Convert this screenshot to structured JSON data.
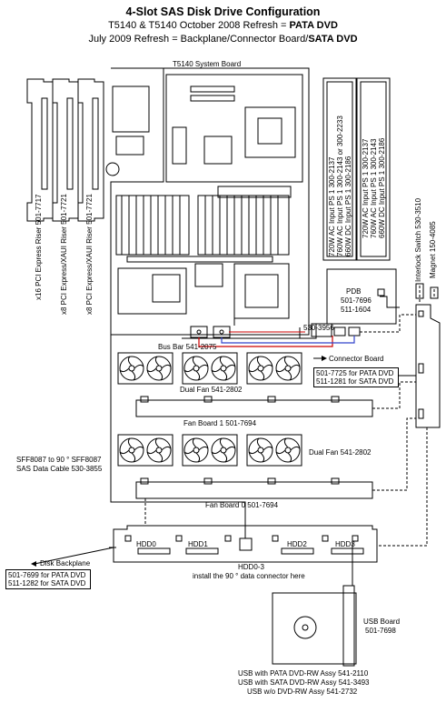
{
  "title": {
    "line1": "4-Slot SAS Disk Drive Configuration",
    "line2_prefix": "T5140 & T5140 October 2008 Refresh = ",
    "line2_bold": "PATA DVD",
    "line3_prefix": "July 2009 Refresh = Backplane/Connector Board/",
    "line3_bold": "SATA DVD"
  },
  "system_board": {
    "label": "T5140 System Board"
  },
  "risers": [
    {
      "label": "x16 PCI Express Riser 501-7717"
    },
    {
      "label": "x8 PCI Express/XAUI Riser 501-7721"
    },
    {
      "label": "x8 PCI Express/XAUI Riser 501-7721"
    }
  ],
  "power_supplies": {
    "ps0": [
      "720W AC Input PS 1 300-2137",
      "760W AC Input PS 1 300-2143 or 300-2233",
      "660W DC Input PS 1 300-2186"
    ],
    "ps1": [
      "720W AC Input PS 1 300-2137",
      "760W AC Input PS 1 300-2143",
      "660W DC Input PS 1 300-2186"
    ]
  },
  "interlock": {
    "label": "Interlock Switch 530-3510"
  },
  "magnet": {
    "label": "Magnet 150-4085"
  },
  "pdb": {
    "name": "PDB",
    "part1": "501-7696",
    "part2": "511-1604"
  },
  "cable_530_3956": {
    "label": "530-3956"
  },
  "bus_bar": {
    "label": "Bus Bar 541-2075"
  },
  "connector_board": {
    "label": "Connector Board",
    "line1": "501-7725 for PATA DVD",
    "line2": "511-1281 for SATA DVD"
  },
  "dual_fan_1": {
    "label": "Dual Fan 541-2802"
  },
  "dual_fan_2": {
    "label": "Dual Fan 541-2802"
  },
  "fan_board_1": {
    "label": "Fan Board 1 501-7694"
  },
  "fan_board_0": {
    "label": "Fan Board 0 501-7694"
  },
  "sas_cable": {
    "line1": "SFF8087 to 90 ° SFF8087",
    "line2": "SAS Data Cable 530-3855"
  },
  "disk_backplane": {
    "label": "Disk Backplane",
    "line1": "501-7699 for PATA DVD",
    "line2": "511-1282 for SATA DVD"
  },
  "hdd": [
    "HDD0",
    "HDD1",
    "HDD2",
    "HDD3"
  ],
  "hdd0_3": {
    "label": "HDD0-3",
    "note": "install the 90 ° data connector here"
  },
  "usb_board": {
    "line1": "USB Board",
    "line2": "501-7698"
  },
  "usb_assemblies": [
    "USB with PATA DVD-RW Assy 541-2110",
    "USB with SATA DVD-RW Assy 541-3493",
    "USB w/o DVD-RW Assy 541-2732"
  ],
  "colors": {
    "cable_red": "#cc0000",
    "cable_blue": "#3344cc",
    "line": "#000000"
  }
}
